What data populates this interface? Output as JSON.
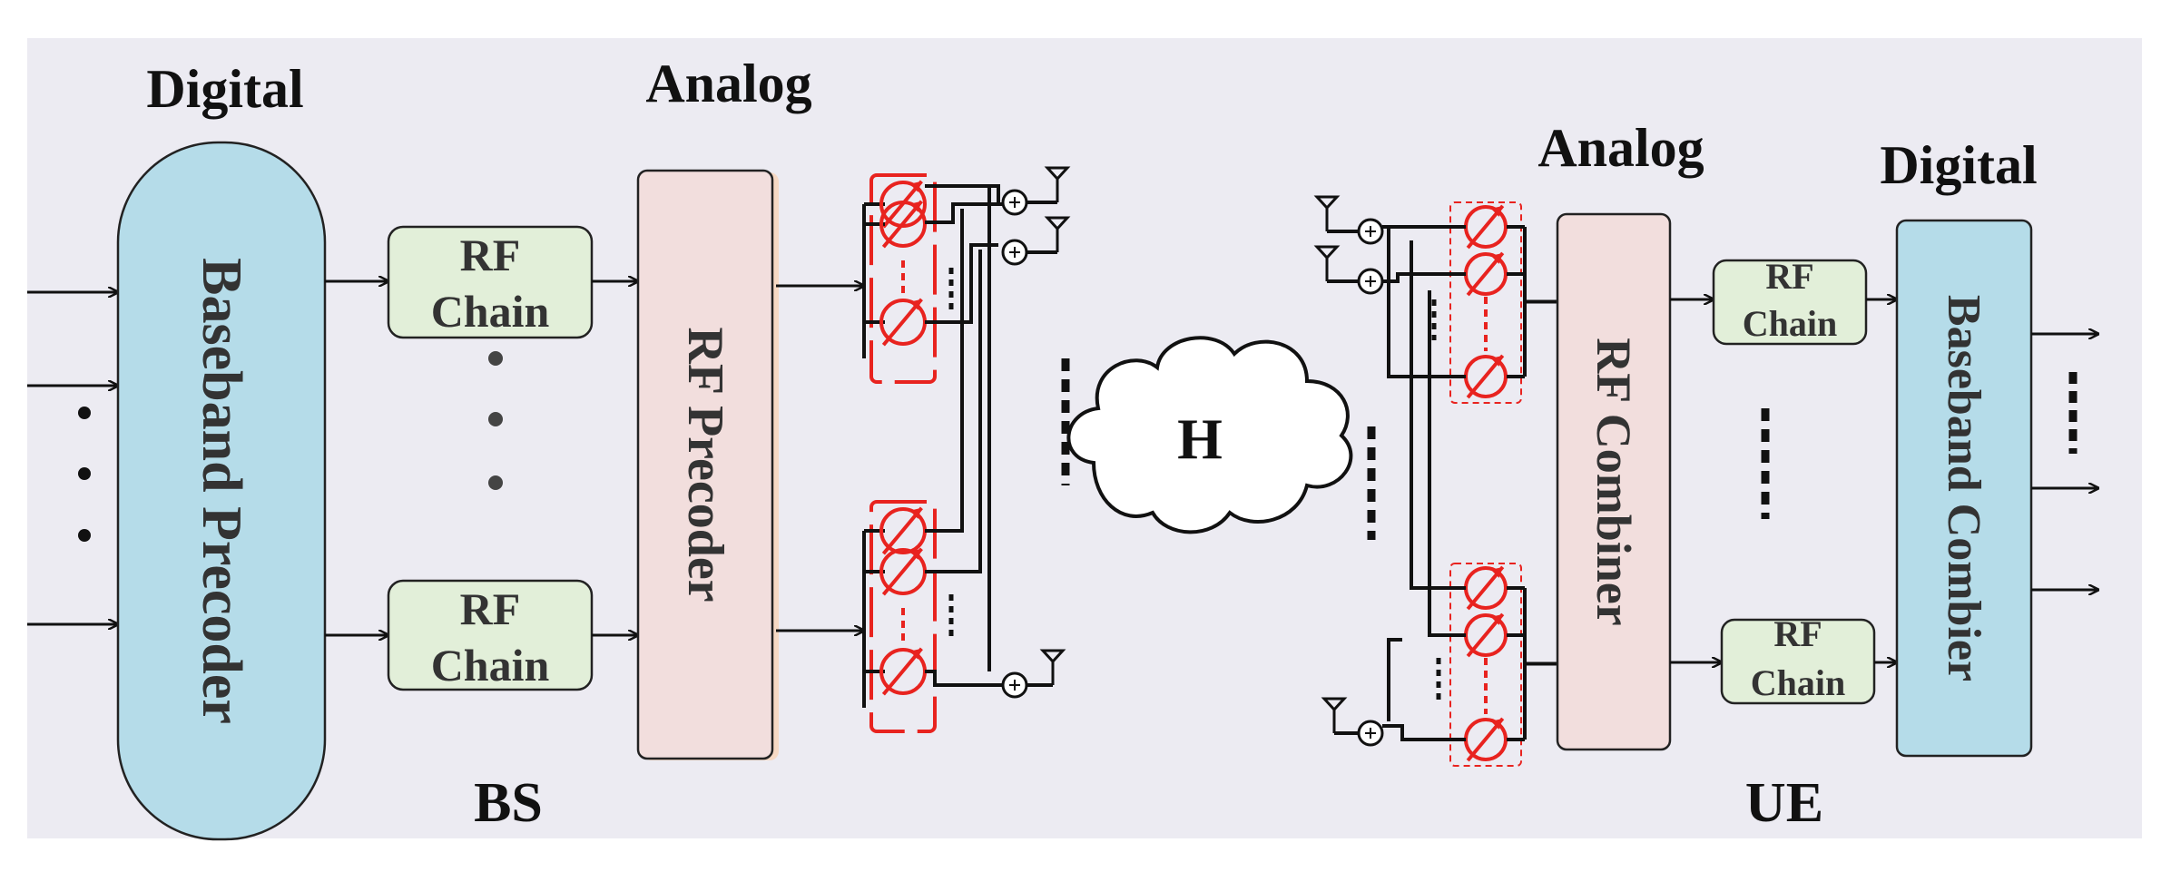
{
  "bs": {
    "digital_label": "Digital",
    "analog_label": "Analog",
    "baseband_label": "Baseband Precoder",
    "rf_precoder_label": "RF Precoder",
    "rf_chain_line1": "RF",
    "rf_chain_line2": "Chain",
    "side_label": "BS"
  },
  "channel_label": "H",
  "ue": {
    "analog_label": "Analog",
    "digital_label": "Digital",
    "rf_combiner_label": "RF Combiner",
    "baseband_label": "Baseband Combier",
    "rf_chain_line1": "RF",
    "rf_chain_line2": "Chain",
    "side_label": "UE"
  },
  "colors": {
    "background": "#ecebf2",
    "baseband_fill": "#b5dce9",
    "rf_block_fill": "#f2dedd",
    "rf_chain_fill": "#e2efd9",
    "phase_shifter": "#e8231f"
  }
}
